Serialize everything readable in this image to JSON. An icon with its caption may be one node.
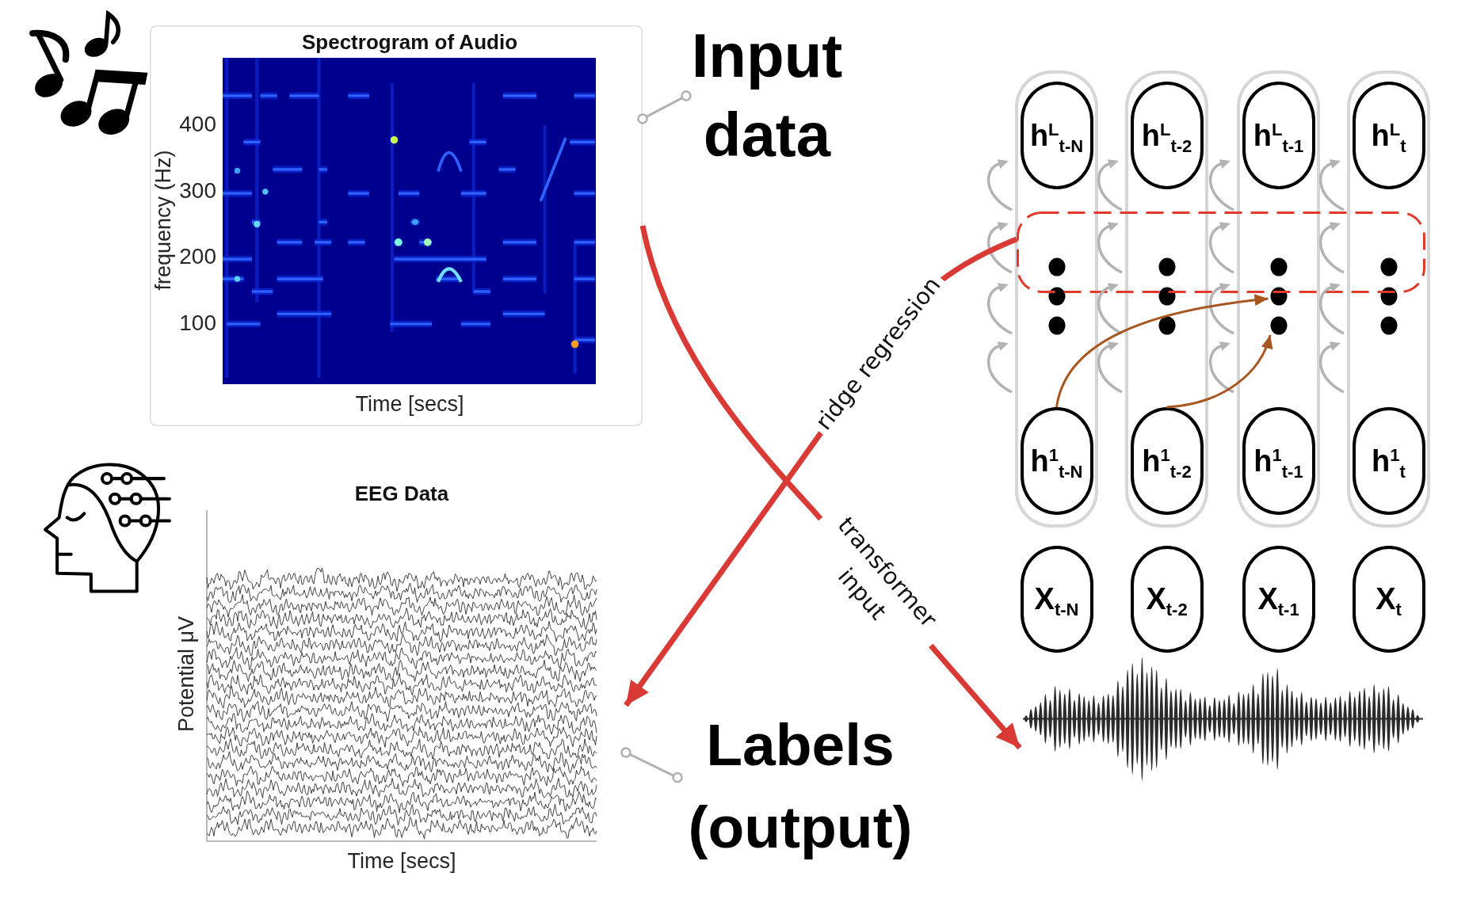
{
  "diagram": {
    "nodes": [
      {
        "text": [
          "Spectrogram of Audio",
          "frequency (Hz)",
          "400",
          "300",
          "200",
          "100",
          "Time [secs]"
        ]
      },
      {
        "text": [
          "Input data"
        ]
      },
      {
        "text": [
          "EEG Data",
          "Potential μV",
          "Time [secs]"
        ]
      },
      {
        "text": [
          "Labels (output)"
        ]
      },
      {
        "text": [],
        "shape": "box"
      },
      {
        "text": [
          "h$^{L}$$_{t-N}$"
        ],
        "in": 4
      },
      {
        "text": [],
        "shape": "dots",
        "in": 4
      },
      {
        "text": [
          "h$^{1}$$_{t-N}$"
        ],
        "in": 4
      },
      {
        "text": [],
        "shape": "box"
      },
      {
        "text": [
          "h$^{L}$$_{t-2}$"
        ],
        "in": 8
      },
      {
        "text": [],
        "shape": "dots",
        "in": 8
      },
      {
        "text": [
          "h$^{1}$$_{t-2}$"
        ],
        "in": 8
      },
      {
        "text": [],
        "shape": "box"
      },
      {
        "text": [
          "h$^{L}$$_{t-1}$"
        ],
        "in": 12
      },
      {
        "text": [],
        "shape": "dots",
        "in": 12
      },
      {
        "text": [
          "h$^{1}$$_{t-1}$"
        ],
        "in": 12
      },
      {
        "text": [],
        "shape": "box"
      },
      {
        "text": [
          "h$^{L}$$_{t}$"
        ],
        "in": 16
      },
      {
        "text": [],
        "shape": "dots",
        "in": 16
      },
      {
        "text": [
          "h$^{1}$$_{t}$"
        ],
        "in": 16
      },
      {
        "text": [
          "X$_{t-N}$"
        ]
      },
      {
        "text": [
          "X$_{t-2}$"
        ]
      },
      {
        "text": [
          "X$_{t-1}$"
        ]
      },
      {
        "text": [
          "X$_{t}$"
        ]
      },
      {
        "text": [],
        "shape": "box"
      },
      {
        "text": [],
        "shape": "picture"
      }
    ],
    "edges": [
      {
        "from": 1,
        "to": 0,
        "arrow": "other",
        "color": "#b0b0b0"
      },
      {
        "from": 3,
        "to": 2,
        "arrow": "other",
        "color": "#b0b0b0"
      },
      {
        "from": 0,
        "to": 25,
        "arrow": "to",
        "label": "transformer input",
        "style": "thick",
        "color": "#d93a35"
      },
      {
        "from": 24,
        "to": 2,
        "arrow": "to",
        "label": "ridge regression",
        "style": "thick",
        "color": "#d93a35"
      },
      {
        "from": 7,
        "to": 14,
        "arrow": "to",
        "color": "#a8561f"
      },
      {
        "from": 11,
        "to": 14,
        "arrow": "to",
        "color": "#a8561f"
      }
    ]
  }
}
